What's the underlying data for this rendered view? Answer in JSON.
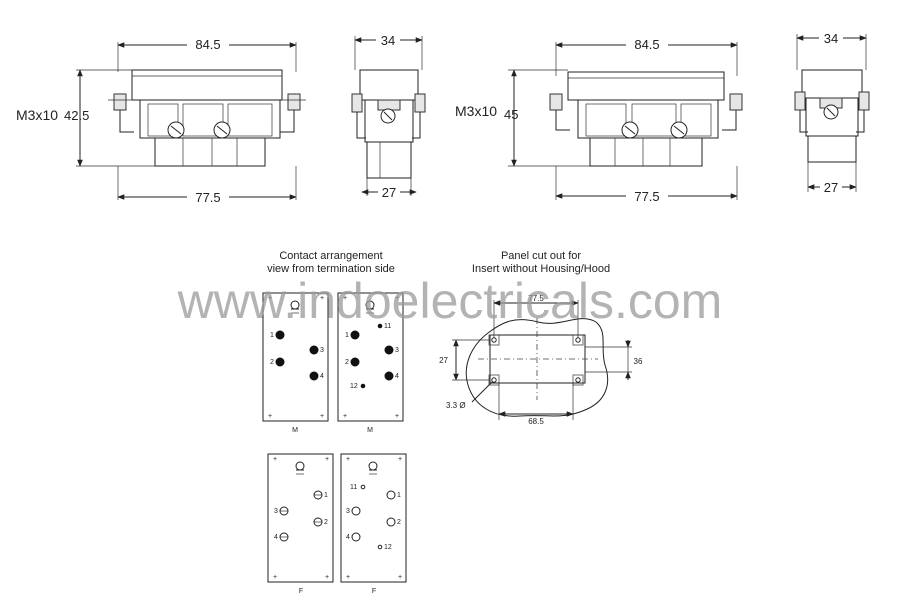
{
  "dims": {
    "m_width_top": "84.5",
    "m_side_top": "34",
    "m_screw": "M3x10",
    "m_height": "42.5",
    "m_side_bottom": "27",
    "m_width_bottom": "77.5",
    "f_width_top": "84.5",
    "f_side_top": "34",
    "f_screw": "M3x10",
    "f_height": "45",
    "f_width_bottom": "77.5",
    "f_side_bottom": "27"
  },
  "contact_caption": {
    "line1": "Contact arrangement",
    "line2": "view from termination side"
  },
  "panel_caption": {
    "line1": "Panel cut out for",
    "line2": "Insert without Housing/Hood"
  },
  "panel_dims": {
    "width_top": "77.5",
    "left_height": "27",
    "right_height": "36",
    "hole_dia": "3.3 Ø",
    "width_bottom": "68.5"
  },
  "watermark": "www.indoelectricals.com",
  "male_labels": {
    "p1": "1",
    "p2": "2",
    "p3": "3",
    "p4": "4",
    "p11": "11",
    "p12": "12",
    "tag_left": "M",
    "tag_right": "M"
  },
  "female_labels": {
    "p1": "1",
    "p2": "2",
    "p3": "3",
    "p4": "4",
    "p11": "11",
    "p12": "12",
    "tag_left": "F",
    "tag_right": "F"
  }
}
